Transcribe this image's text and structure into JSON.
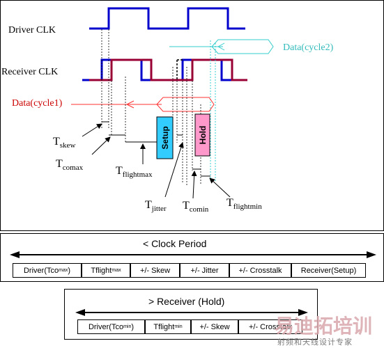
{
  "signals": {
    "driver_clk": "Driver CLK",
    "receiver_clk": "Receiver CLK",
    "data_cycle1": "Data(cycle1)",
    "data_cycle2": "Data(cycle2)"
  },
  "timing_labels": {
    "t_skew": {
      "main": "T",
      "sub": "skew"
    },
    "t_comax": {
      "main": "T",
      "sub": "comax"
    },
    "t_flightmax": {
      "main": "T",
      "sub": "flightmax"
    },
    "t_jitter": {
      "main": "T",
      "sub": "jitter"
    },
    "t_comin": {
      "main": "T",
      "sub": "comin"
    },
    "t_flightmin": {
      "main": "T",
      "sub": "flightmin"
    }
  },
  "windows": {
    "setup": "Setup",
    "hold": "Hold"
  },
  "clock_period": {
    "title": "< Clock Period",
    "cells": [
      {
        "text": "Driver(Tco",
        "sub": "max",
        "tail": ")"
      },
      {
        "text": "Tflight",
        "sub": "max",
        "tail": ""
      },
      {
        "text": "+/- Skew",
        "sub": "",
        "tail": ""
      },
      {
        "text": "+/- Jitter",
        "sub": "",
        "tail": ""
      },
      {
        "text": "+/- Crosstalk",
        "sub": "",
        "tail": ""
      },
      {
        "text": "Receiver(Setup)",
        "sub": "",
        "tail": ""
      }
    ]
  },
  "receiver_hold": {
    "title": "> Receiver (Hold)",
    "cells": [
      {
        "text": "Driver(Tco",
        "sub": "min",
        "tail": ")"
      },
      {
        "text": "Tflight",
        "sub": "min",
        "tail": ""
      },
      {
        "text": "+/- Skew",
        "sub": "",
        "tail": ""
      },
      {
        "text": "+/- Crosstalk",
        "sub": "",
        "tail": ""
      }
    ]
  },
  "watermark": {
    "main": "易迪拓培训",
    "sub": "射频和天线设计专家"
  },
  "colors": {
    "driver_clk": "#0000cc",
    "receiver_clk": "#990033",
    "data_cycle1": "#ff3333",
    "data_cycle2": "#33cccc",
    "setup_fill": "#33ccff",
    "hold_fill": "#ff99cc",
    "watermark": "#d9a8ad"
  }
}
